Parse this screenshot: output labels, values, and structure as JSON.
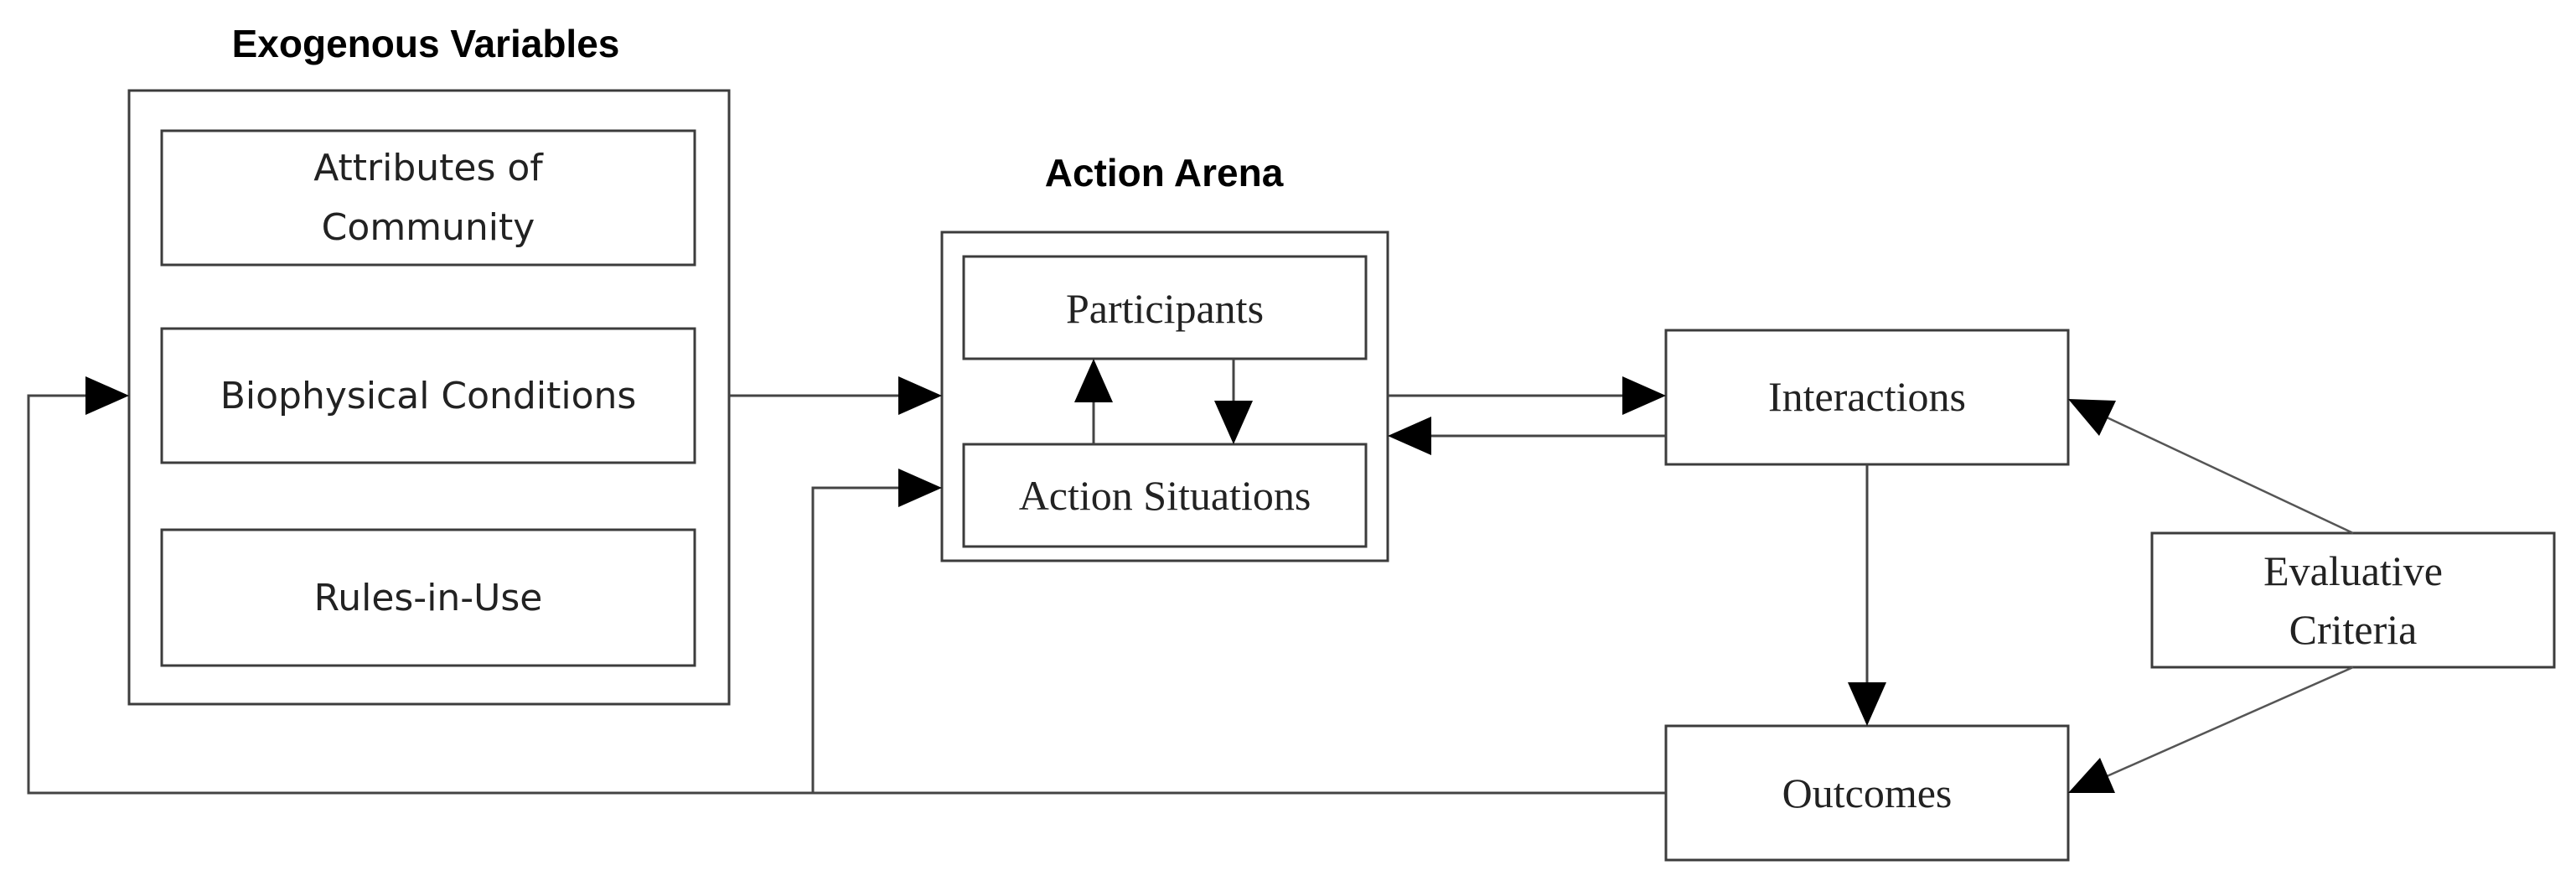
{
  "exogenous": {
    "title": "Exogenous Variables",
    "attributes_line1": "Attributes of",
    "attributes_line2": "Community",
    "biophysical": "Biophysical Conditions",
    "rules": "Rules-in-Use"
  },
  "action_arena": {
    "title": "Action Arena",
    "participants": "Participants",
    "action_situations": "Action Situations"
  },
  "interactions": "Interactions",
  "outcomes": "Outcomes",
  "evaluative": {
    "line1": "Evaluative",
    "line2": "Criteria"
  }
}
